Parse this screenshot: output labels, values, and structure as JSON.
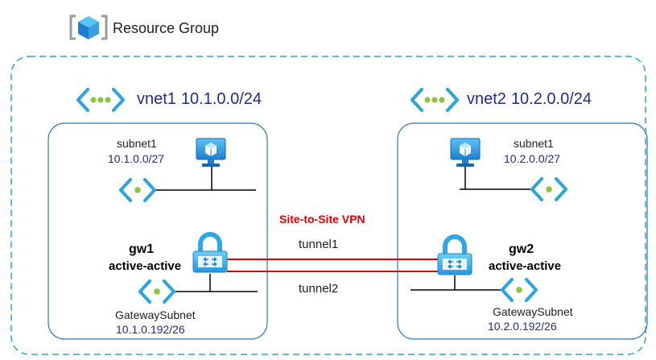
{
  "resource_group": {
    "label": "Resource Group"
  },
  "vnet1": {
    "name": "vnet1",
    "address": "10.1.0.0/24",
    "subnet": {
      "name": "subnet1",
      "address": "10.1.0.0/27"
    },
    "gateway": {
      "name": "gw1",
      "mode": "active-active"
    },
    "gateway_subnet": {
      "name": "GatewaySubnet",
      "address": "10.1.0.192/26"
    }
  },
  "vnet2": {
    "name": "vnet2",
    "address": "10.2.0.0/24",
    "subnet": {
      "name": "subnet1",
      "address": "10.2.0.0/27"
    },
    "gateway": {
      "name": "gw2",
      "mode": "active-active"
    },
    "gateway_subnet": {
      "name": "GatewaySubnet",
      "address": "10.2.0.192/26"
    }
  },
  "connection": {
    "label": "Site-to-Site VPN",
    "tunnels": [
      "tunnel1",
      "tunnel2"
    ]
  },
  "colors": {
    "resource_group_border": "#2aa5d8",
    "vnet_border": "#2e75b6",
    "vnet_text": "#1e2b8f",
    "tunnel_line": "#e00000",
    "azure_blue": "#1f8fd9",
    "azure_green": "#8cc63f"
  },
  "icons": {
    "resource_group": "resource-group-cube-icon",
    "vnet": "virtual-network-icon",
    "subnet": "subnet-icon",
    "vm": "virtual-machine-icon",
    "gateway": "vpn-gateway-lock-icon"
  }
}
